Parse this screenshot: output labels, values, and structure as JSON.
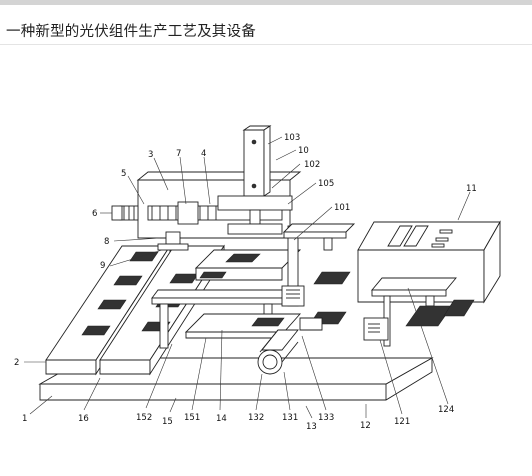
{
  "article": {
    "title": "一种新型的光伏组件生产工艺及其设备"
  },
  "figure": {
    "callouts": {
      "c103": "103",
      "c10": "10",
      "c102": "102",
      "c3": "3",
      "c7": "7",
      "c4": "4",
      "c5": "5",
      "c105": "105",
      "c11": "11",
      "c101": "101",
      "c6": "6",
      "c8": "8",
      "c9": "9",
      "c2": "2",
      "c1": "1",
      "c16": "16",
      "c152": "152",
      "c15": "15",
      "c151": "151",
      "c14": "14",
      "c132": "132",
      "c131": "131",
      "c13": "13",
      "c133": "133",
      "c12": "12",
      "c121": "121",
      "c124": "124"
    }
  }
}
